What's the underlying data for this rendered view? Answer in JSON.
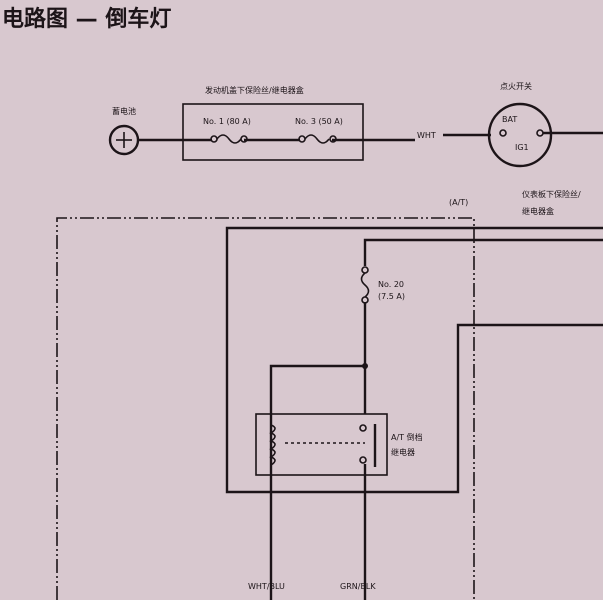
{
  "title": "电路图 — 倒车灯",
  "battery": {
    "label": "蓄电池"
  },
  "engine_fuse_box": {
    "label": "发动机盖下保险丝/继电器盒",
    "fuse1": "No. 1 (80 A)",
    "fuse3": "No. 3 (50 A)"
  },
  "wire_wht": "WHT",
  "ignition_switch": {
    "label": "点火开关",
    "bat": "BAT",
    "ig1": "IG1"
  },
  "at_label": "(A/T)",
  "dash_fuse_box": {
    "line1": "仪表板下保险丝/",
    "line2": "继电器盒"
  },
  "fuse20": {
    "line1": "No. 20",
    "line2": "(7.5 A)"
  },
  "relay": {
    "line1": "A/T 倒档",
    "line2": "继电器"
  },
  "wire_left": "WHT/BLU",
  "wire_right": "GRN/BLK"
}
